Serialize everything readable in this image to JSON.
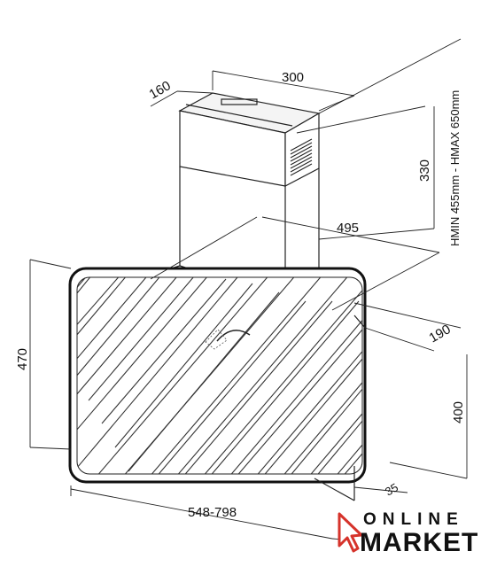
{
  "dimensions": {
    "chimney_depth": "160",
    "chimney_width": "300",
    "chimney_height": "330",
    "hood_depth": "495",
    "glass_height": "470",
    "canopy_depth": "190",
    "front_height": "400",
    "bottom_offset": "35",
    "total_width": "548-798",
    "height_range": "HMIN  455mm  -  HMAX  650mm"
  },
  "logo": {
    "line1": "ONLINE",
    "line2": "MARKET"
  }
}
